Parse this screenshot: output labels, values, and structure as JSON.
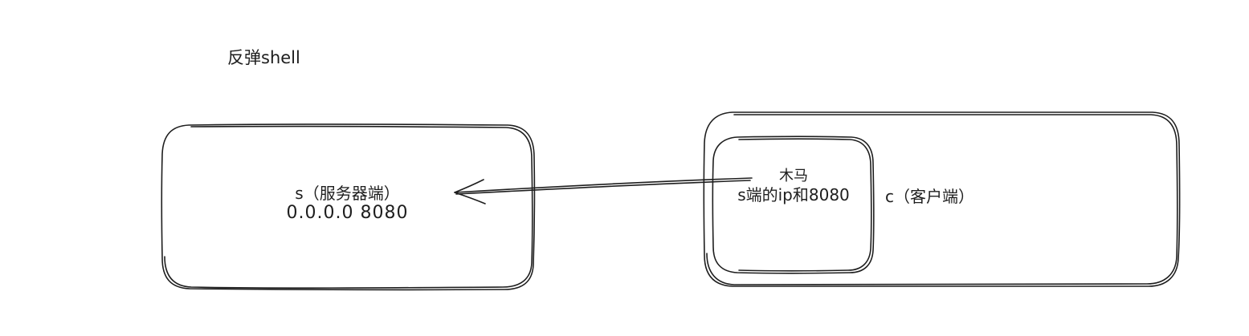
{
  "diagram": {
    "title": "反弹shell",
    "server": {
      "name": "s（服务器端）",
      "address": "0.0.0.0 8080"
    },
    "client": {
      "name": "c（客户端）"
    },
    "trojan": {
      "name": "木马",
      "target": "s端的ip和8080"
    },
    "connection": {
      "from": "trojan",
      "to": "server",
      "arrow": "single-headed"
    },
    "colors": {
      "stroke": "#1e1e1e",
      "background": "#ffffff"
    }
  }
}
